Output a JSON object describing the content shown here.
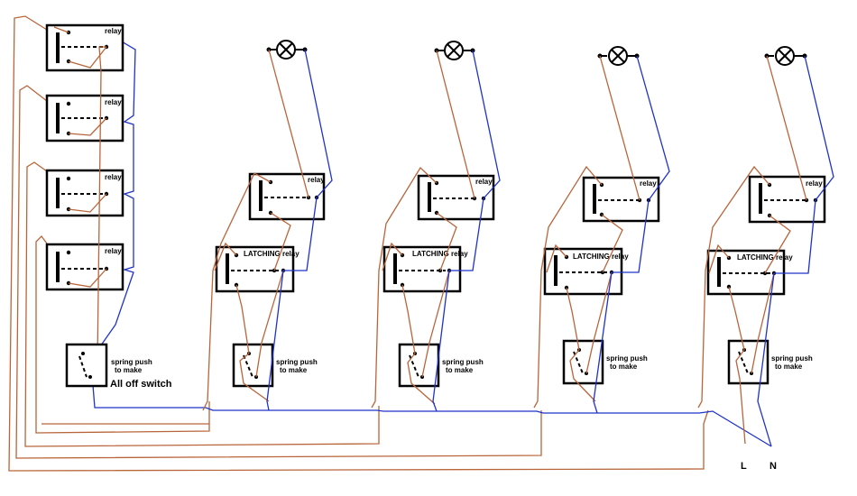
{
  "labels": {
    "relay": "relay",
    "latching_relay": "LATCHING relay",
    "spring_push": "spring push",
    "to_make": "to make",
    "all_off_switch": "All off switch",
    "live": "L",
    "neutral": "N"
  },
  "colors": {
    "live_wire": "#b8653a",
    "neutral_wire": "#1f33c8",
    "component_outline": "#000000"
  },
  "columns": [
    {
      "id": "master",
      "relay_count": 4,
      "has_lamp": false
    },
    {
      "id": "circuit-1",
      "has_lamp": true
    },
    {
      "id": "circuit-2",
      "has_lamp": true
    },
    {
      "id": "circuit-3",
      "has_lamp": true
    },
    {
      "id": "circuit-4",
      "has_lamp": true
    }
  ]
}
